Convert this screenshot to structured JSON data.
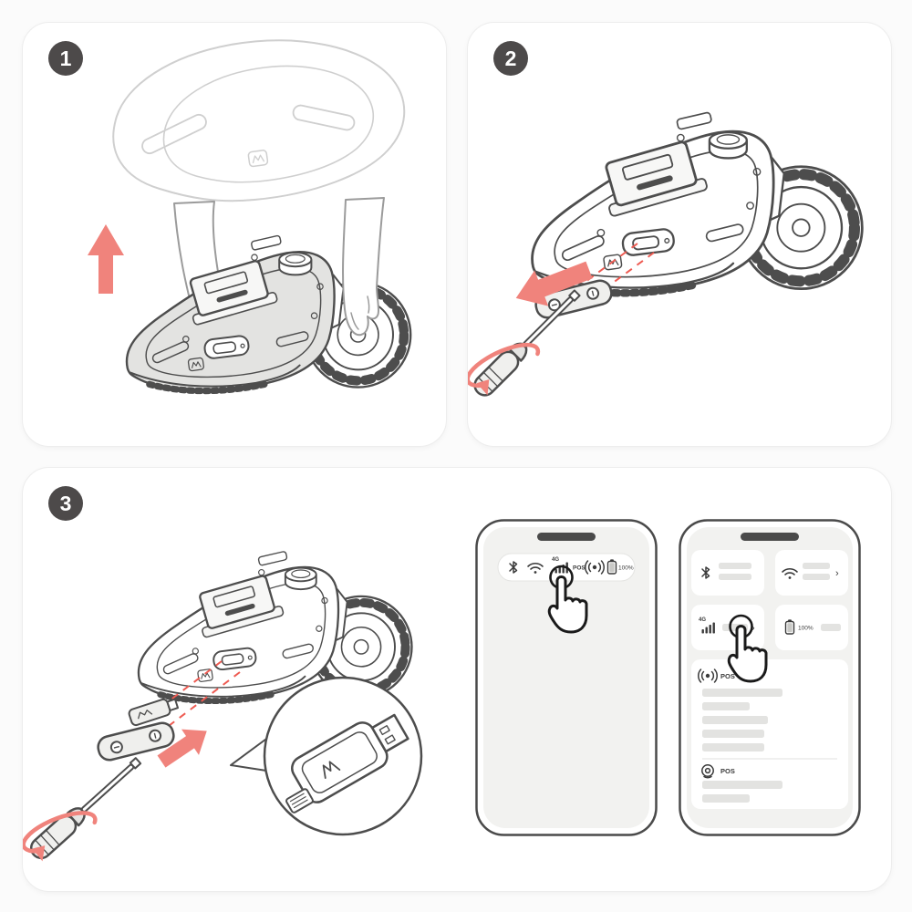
{
  "illustration": {
    "title_semantics": "robot-mower-4g-dongle-install-steps",
    "step1_label": "1",
    "step2_label": "2",
    "step3_label": "3"
  },
  "phone_ui": {
    "cellular_label": "4G",
    "pos_label": "POS",
    "battery_label": "100%",
    "chevron": "›",
    "status_pill_icons": [
      "bluetooth-icon",
      "wifi-icon",
      "cellular-4g-icon",
      "pos-antenna-icon",
      "battery-icon"
    ],
    "settings_cards": [
      {
        "icon": "bluetooth-icon",
        "placeholder_bars": 2,
        "chevron": false
      },
      {
        "icon": "wifi-icon",
        "placeholder_bars": 2,
        "chevron": true
      },
      {
        "icon": "cellular-4g-icon",
        "label": "4G",
        "placeholder_bars": 1,
        "chevron": true,
        "tapped": true
      },
      {
        "icon": "battery-icon",
        "label": "100%",
        "placeholder_bars": 1,
        "chevron": false
      }
    ],
    "pos_sections": [
      {
        "icon": "pos-antenna-icon",
        "label": "POS",
        "placeholder_bars": 5
      },
      {
        "icon": "pos-target-icon",
        "label": "POS",
        "placeholder_bars": 2
      }
    ]
  },
  "icons": {
    "tap": "tap-hand-icon",
    "arrow_up": "arrow-up",
    "arrow_down_left": "arrow-down-left",
    "arrow_up_right": "arrow-up-right",
    "rotate": "rotate-arrow-icon",
    "screwdriver": "screwdriver-icon",
    "dongle": "usb-4g-dongle",
    "cover_plate": "port-cover-plate"
  },
  "colors": {
    "page_bg": "#fbfbfb",
    "panel_bg": "#ffffff",
    "panel_border": "#ededed",
    "badge_bg": "#4d4a4a",
    "badge_text": "#ffffff",
    "line_art": "#4d4d4d",
    "ghost_line": "#cfcfcf",
    "arm_line": "#9b9b9b",
    "accent_arrow": "#f0837c",
    "dash_red": "#ee5b52",
    "shaded_body": "#e3e3e1",
    "phone_frame": "#4a4a4a",
    "screen_bg": "#f2f2f0",
    "placeholder_bar": "#e3e3e1",
    "chevron_gray": "#9a9a9a"
  }
}
